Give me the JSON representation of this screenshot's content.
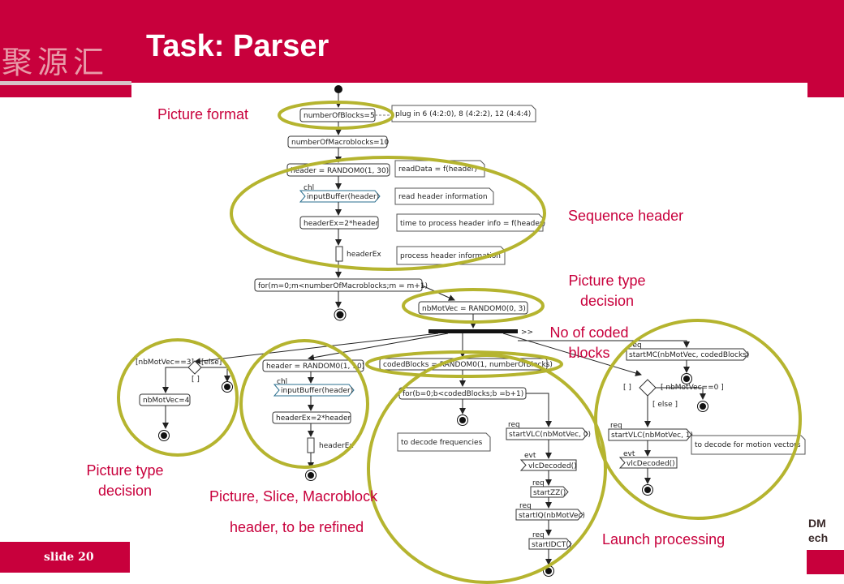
{
  "header": {
    "title": "Task: Parser",
    "logo_text": "聚源汇",
    "slide_label": "slide 20",
    "right_logo_text": "DM\nech"
  },
  "annotations": {
    "picture_format": "Picture format",
    "sequence_header": "Sequence header",
    "picture_type_decision_1": "Picture type\ndecision",
    "no_coded_blocks": "No of coded\nblocks",
    "picture_type_decision_2": "Picture type\ndecision",
    "slice_header_1": "Picture, Slice, Macroblock",
    "slice_header_2": "header, to be refined",
    "launch_processing": "Launch processing"
  },
  "diagram": {
    "actions": {
      "n_blocks": "numberOfBlocks=5",
      "n_macroblocks": "numberOfMacroblocks=10",
      "header_random": "header = RANDOM0(1, 30)",
      "input_buffer_1": "inputBuffer(header)",
      "header_ex_1": "headerEx=2*header",
      "header_ex_label_1": "headerEx",
      "for_loop_1": "for(m=0;m<numberOfMacroblocks;m = m+1)",
      "nbmotvec_random": "nbMotVec = RANDOM0(0, 3)",
      "nbmotvec4": "nbMotVec=4",
      "header_random_2": "header = RANDOM0(1, 10)",
      "input_buffer_2": "inputBuffer(header)",
      "header_ex_2": "headerEx=2*header",
      "header_ex_label_2": "headerEx",
      "coded_blocks": "codedBlocks = RANDOM0(1, numberOfBlocks)",
      "for_loop_2": "for(b=0;b<codedBlocks;b =b+1)",
      "start_vlc_0": "startVLC(nbMotVec, 0)",
      "vlc_decoded_1": "vlcDecoded()",
      "start_zz": "startZZ()",
      "start_iq": "startIQ(nbMotVec)",
      "start_idct": "startIDCT()",
      "start_mc": "startMC(nbMotVec, codedBlocks)",
      "start_vlc_1": "startVLC(nbMotVec, 1)",
      "vlc_decoded_2": "vlcDecoded()"
    },
    "notes": {
      "plug_in": "plug in 6 (4:2:0), 8 (4:2:2), 12 (4:4:4)",
      "read_data": "readData = f(header)",
      "read_header": "read header information",
      "time_process": "time to process header info = f(header)",
      "process_header": "process header information",
      "decode_freq": "to decode frequencies",
      "decode_motion": "to decode for motion vectors"
    },
    "tags": {
      "chl_1": "chl",
      "chl_2": "chl",
      "req": "req",
      "evt": "evt",
      "fork_mark": ">>"
    },
    "guards": {
      "nbmotvec_eq3": "[nbMotVec==3]",
      "else_1": "[else]",
      "empty_1": "[ ]",
      "empty_2": "[ ]",
      "nbmotvec_eq0": "[ nbMotVec==0 ]",
      "else_2": "[ else ]"
    }
  },
  "colors": {
    "brand_red": "#c8003c",
    "ellipse": "#b5b42f",
    "annotation_text": "#c8003c"
  }
}
